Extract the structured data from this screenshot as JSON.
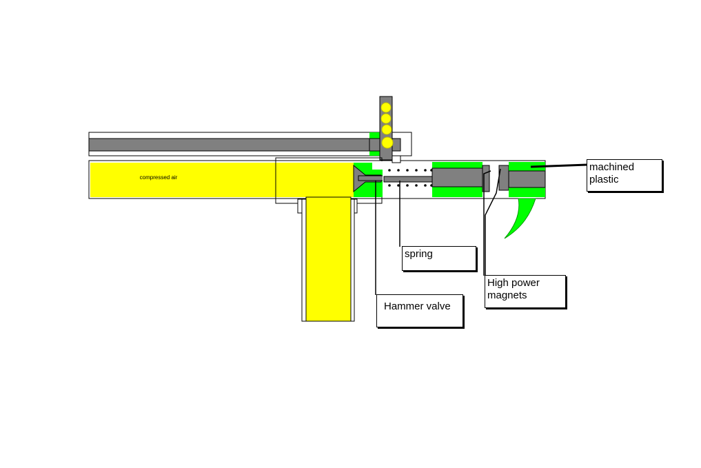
{
  "diagram": {
    "chamber_label": "compressed air",
    "callouts": {
      "machined_plastic": "machined\nplastic",
      "spring": "spring",
      "hammer_valve": "Hammer valve",
      "magnets": "High power\nmagnets"
    }
  },
  "colors": {
    "yellow": "#ffff00",
    "green": "#00ff00",
    "gray": "#808080",
    "outline": "#000000",
    "background": "#ffffff"
  }
}
